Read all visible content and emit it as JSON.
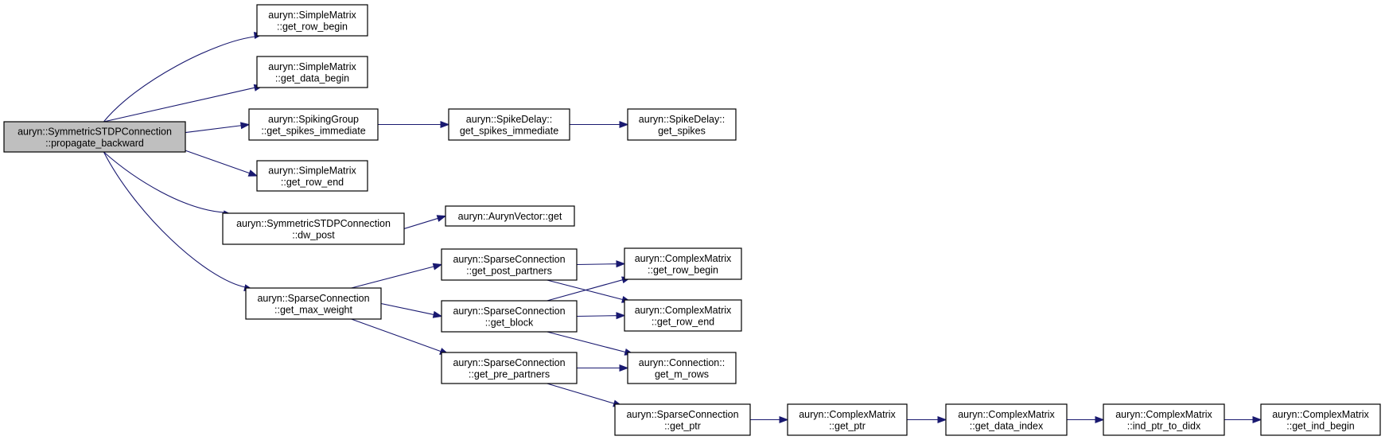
{
  "graph": {
    "nodes": [
      {
        "id": "root",
        "lines": [
          "auryn::SymmetricSTDPConnection",
          "::propagate_backward"
        ],
        "highlighted": true
      },
      {
        "id": "sm_row_begin",
        "lines": [
          "auryn::SimpleMatrix",
          "::get_row_begin"
        ]
      },
      {
        "id": "sm_data_begin",
        "lines": [
          "auryn::SimpleMatrix",
          "::get_data_begin"
        ]
      },
      {
        "id": "sg_spikes_imm",
        "lines": [
          "auryn::SpikingGroup",
          "::get_spikes_immediate"
        ]
      },
      {
        "id": "sm_row_end",
        "lines": [
          "auryn::SimpleMatrix",
          "::get_row_end"
        ]
      },
      {
        "id": "sym_dw_post",
        "lines": [
          "auryn::SymmetricSTDPConnection",
          "::dw_post"
        ]
      },
      {
        "id": "sc_max_weight",
        "lines": [
          "auryn::SparseConnection",
          "::get_max_weight"
        ]
      },
      {
        "id": "sd_spikes_imm",
        "lines": [
          "auryn::SpikeDelay::",
          "get_spikes_immediate"
        ]
      },
      {
        "id": "sd_spikes",
        "lines": [
          "auryn::SpikeDelay::",
          "get_spikes"
        ]
      },
      {
        "id": "av_get",
        "lines": [
          "auryn::AurynVector::get"
        ]
      },
      {
        "id": "sc_post_partners",
        "lines": [
          "auryn::SparseConnection",
          "::get_post_partners"
        ]
      },
      {
        "id": "sc_block",
        "lines": [
          "auryn::SparseConnection",
          "::get_block"
        ]
      },
      {
        "id": "sc_pre_partners",
        "lines": [
          "auryn::SparseConnection",
          "::get_pre_partners"
        ]
      },
      {
        "id": "cm_row_begin",
        "lines": [
          "auryn::ComplexMatrix",
          "::get_row_begin"
        ]
      },
      {
        "id": "cm_row_end",
        "lines": [
          "auryn::ComplexMatrix",
          "::get_row_end"
        ]
      },
      {
        "id": "conn_m_rows",
        "lines": [
          "auryn::Connection::",
          "get_m_rows"
        ]
      },
      {
        "id": "sc_get_ptr",
        "lines": [
          "auryn::SparseConnection",
          "::get_ptr"
        ]
      },
      {
        "id": "cm_get_ptr",
        "lines": [
          "auryn::ComplexMatrix",
          "::get_ptr"
        ]
      },
      {
        "id": "cm_data_index",
        "lines": [
          "auryn::ComplexMatrix",
          "::get_data_index"
        ]
      },
      {
        "id": "cm_ind_ptr",
        "lines": [
          "auryn::ComplexMatrix",
          "::ind_ptr_to_didx"
        ]
      },
      {
        "id": "cm_ind_begin",
        "lines": [
          "auryn::ComplexMatrix",
          "::get_ind_begin"
        ]
      }
    ],
    "edges": [
      [
        "root",
        "sm_row_begin"
      ],
      [
        "root",
        "sm_data_begin"
      ],
      [
        "root",
        "sg_spikes_imm"
      ],
      [
        "root",
        "sm_row_end"
      ],
      [
        "root",
        "sym_dw_post"
      ],
      [
        "root",
        "sc_max_weight"
      ],
      [
        "sg_spikes_imm",
        "sd_spikes_imm"
      ],
      [
        "sd_spikes_imm",
        "sd_spikes"
      ],
      [
        "sym_dw_post",
        "av_get"
      ],
      [
        "sc_max_weight",
        "sc_post_partners"
      ],
      [
        "sc_max_weight",
        "sc_block"
      ],
      [
        "sc_max_weight",
        "sc_pre_partners"
      ],
      [
        "sc_post_partners",
        "cm_row_begin"
      ],
      [
        "sc_post_partners",
        "cm_row_end"
      ],
      [
        "sc_block",
        "cm_row_begin"
      ],
      [
        "sc_block",
        "cm_row_end"
      ],
      [
        "sc_block",
        "conn_m_rows"
      ],
      [
        "sc_pre_partners",
        "conn_m_rows"
      ],
      [
        "sc_pre_partners",
        "sc_get_ptr"
      ],
      [
        "sc_get_ptr",
        "cm_get_ptr"
      ],
      [
        "cm_get_ptr",
        "cm_data_index"
      ],
      [
        "cm_data_index",
        "cm_ind_ptr"
      ],
      [
        "cm_ind_ptr",
        "cm_ind_begin"
      ]
    ],
    "colors": {
      "edge": "#191970",
      "root_fill": "#bfbfbf",
      "node_fill": "#ffffff",
      "border": "#000000"
    }
  }
}
